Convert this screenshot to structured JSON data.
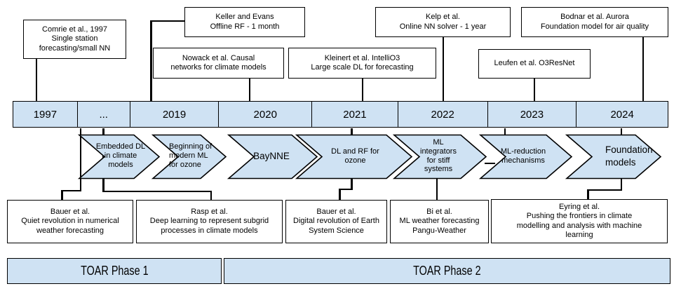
{
  "colors": {
    "band_fill": "#cfe2f3",
    "line_color": "#000000",
    "box_background": "#ffffff"
  },
  "top_callouts": [
    {
      "lines": [
        "Comrie et al., 1997",
        "Single station",
        "forecasting/small NN"
      ]
    },
    {
      "lines": [
        "Keller and Evans",
        "Offline RF - 1 month"
      ]
    },
    {
      "lines": [
        "Nowack et al. Causal",
        "networks for climate models"
      ]
    },
    {
      "lines": [
        "Kleinert et al. IntelliO3",
        "Large scale DL for forecasting"
      ]
    },
    {
      "lines": [
        "Kelp et al.",
        "Online NN solver - 1 year"
      ]
    },
    {
      "lines": [
        "Leufen et al. O3ResNet"
      ]
    },
    {
      "lines": [
        "Bodnar et al. Aurora",
        "Foundation model for air quality"
      ]
    }
  ],
  "timeline_years": [
    "1997",
    "...",
    "2019",
    "2020",
    "2021",
    "2022",
    "2023",
    "2024"
  ],
  "chevrons": [
    {
      "lines": [
        "Embedded DL",
        "in climate",
        "models"
      ]
    },
    {
      "lines": [
        "Beginning of",
        "modern ML",
        "for ozone"
      ]
    },
    {
      "lines": [
        "BayNNE"
      ]
    },
    {
      "lines": [
        "DL and RF for",
        "ozone"
      ]
    },
    {
      "lines": [
        "ML",
        "integrators",
        "for stiff",
        "systems"
      ]
    },
    {
      "lines": [
        "ML-reduction",
        "mechanisms"
      ]
    },
    {
      "lines": [
        "Foundation",
        "models"
      ]
    }
  ],
  "bottom_callouts": [
    {
      "lines": [
        "Bauer et al.",
        "Quiet revolution in numerical",
        "weather forecasting"
      ]
    },
    {
      "lines": [
        "Rasp et al.",
        "Deep learning to represent subgrid",
        "processes in climate models"
      ]
    },
    {
      "lines": [
        "Bauer et al.",
        "Digital revolution of Earth",
        "System Science"
      ]
    },
    {
      "lines": [
        "Bi et al.",
        "ML weather forecasting",
        "Pangu-Weather"
      ]
    },
    {
      "lines": [
        "Eyring et al.",
        "Pushing the frontiers in climate",
        "modelling and analysis with machine",
        "learning"
      ]
    }
  ],
  "phase_bars": [
    "TOAR Phase 1",
    "TOAR Phase 2"
  ]
}
